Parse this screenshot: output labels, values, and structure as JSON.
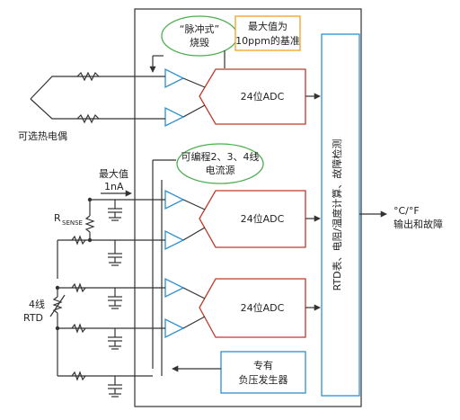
{
  "labels": {
    "pulse_burn_line1": "“脉冲式”",
    "pulse_burn_line2": "烧毁",
    "max_value_10ppm_line1": "最大值为",
    "max_value_10ppm_line2": "10ppm的基准",
    "thermocouple": "可选热电偶",
    "adc1": "24位ADC",
    "adc2": "24位ADC",
    "adc3": "24位ADC",
    "programmable_line1": "可编程2、3、4线",
    "programmable_line2": "电流源",
    "max_value_1na_line1": "最大值",
    "max_value_1na_line2": "1nA",
    "r_sense_main": "R",
    "r_sense_sub": "SENSE",
    "rtd_line1": "4线",
    "rtd_line2": "RTD",
    "rtd_calc": "RTD表、电阻/温度计算、故障检测",
    "output_line1": "°C/°F",
    "output_line2": "输出和故障",
    "neg_gen_line1": "专有",
    "neg_gen_line2": "负压发生器"
  }
}
